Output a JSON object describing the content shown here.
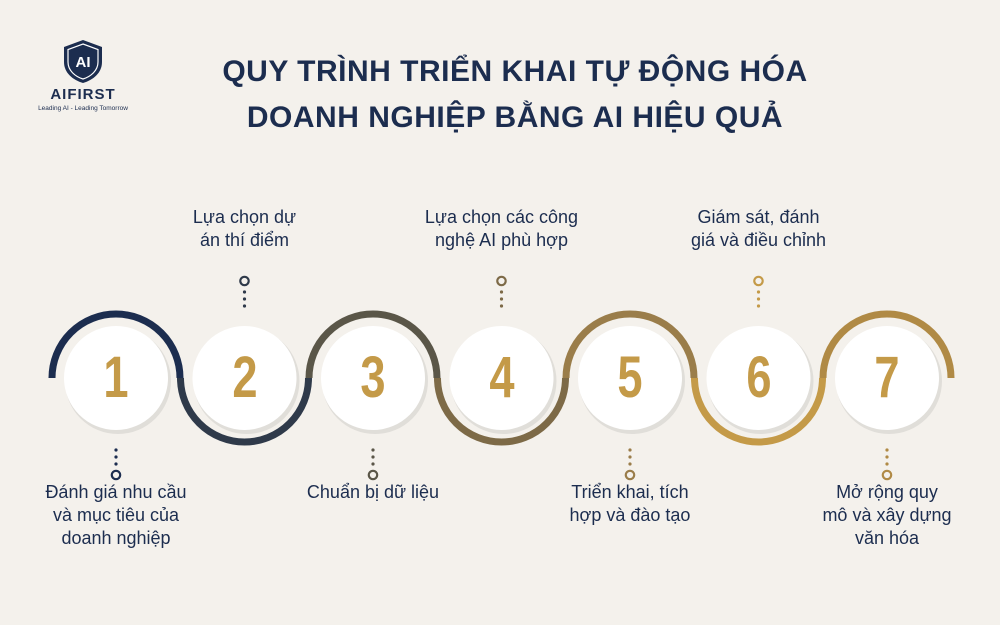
{
  "brand": {
    "name": "AIFIRST",
    "tagline": "Leading AI - Leading Tomorrow",
    "logo_mark": "AI"
  },
  "title": {
    "line1": "QUY TRÌNH TRIỂN KHAI TỰ ĐỘNG HÓA",
    "line2": "DOANH NGHIỆP BẰNG AI HIỆU QUẢ"
  },
  "colors": {
    "navy": "#1c2d4f",
    "gold": "#c49a48",
    "background": "#f4f1ec"
  },
  "steps": [
    {
      "number": "1",
      "label_lines": [
        "Đánh giá nhu cầu",
        "và mục tiêu của",
        "doanh nghiệp"
      ],
      "label_position": "bottom",
      "ring_color": "#1c2d4f"
    },
    {
      "number": "2",
      "label_lines": [
        "Lựa chọn dự",
        "án thí điểm"
      ],
      "label_position": "top",
      "ring_color": "#2f3a4a"
    },
    {
      "number": "3",
      "label_lines": [
        "Chuẩn bị dữ liệu"
      ],
      "label_position": "bottom",
      "ring_color": "#5a5648"
    },
    {
      "number": "4",
      "label_lines": [
        "Lựa chọn các công",
        "nghệ AI phù hợp"
      ],
      "label_position": "top",
      "ring_color": "#7d6a47"
    },
    {
      "number": "5",
      "label_lines": [
        "Triển khai, tích",
        "hợp và đào tạo"
      ],
      "label_position": "bottom",
      "ring_color": "#9a7d4a"
    },
    {
      "number": "6",
      "label_lines": [
        "Giám sát, đánh",
        "giá và điều chỉnh"
      ],
      "label_position": "top",
      "ring_color": "#c49a48"
    },
    {
      "number": "7",
      "label_lines": [
        "Mở rộng quy",
        "mô và xây dựng",
        "văn hóa"
      ],
      "label_position": "bottom",
      "ring_color": "#b08a45"
    }
  ]
}
